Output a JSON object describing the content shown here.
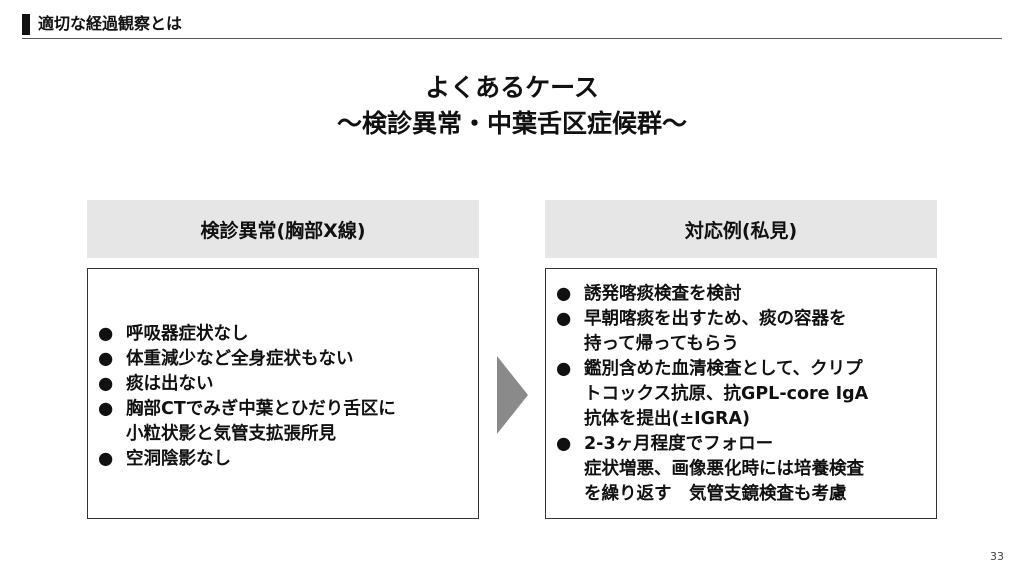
{
  "header": {
    "title": "適切な経過観察とは"
  },
  "title": {
    "line1": "よくあるケース",
    "line2": "～検診異常・中葉舌区症候群～"
  },
  "left": {
    "heading": "検診異常(胸部X線)",
    "items": [
      [
        "呼吸器症状なし"
      ],
      [
        "体重減少など全身症状もない"
      ],
      [
        "痰は出ない"
      ],
      [
        "胸部CTでみぎ中葉とひだり舌区に",
        "小粒状影と気管支拡張所見"
      ],
      [
        "空洞陰影なし"
      ]
    ]
  },
  "right": {
    "heading": "対応例(私見)",
    "items": [
      [
        "誘発喀痰検査を検討"
      ],
      [
        "早朝喀痰を出すため、痰の容器を",
        "持って帰ってもらう"
      ],
      [
        "鑑別含めた血清検査として、クリプ",
        "トコックス抗原、抗GPL-core IgA",
        "抗体を提出(±IGRA)"
      ],
      [
        "2-3ヶ月程度でフォロー",
        "症状増悪、画像悪化時には培養検査",
        "を繰り返す　気管支鏡検査も考慮"
      ]
    ]
  },
  "bullet": "●",
  "page_number": "33"
}
